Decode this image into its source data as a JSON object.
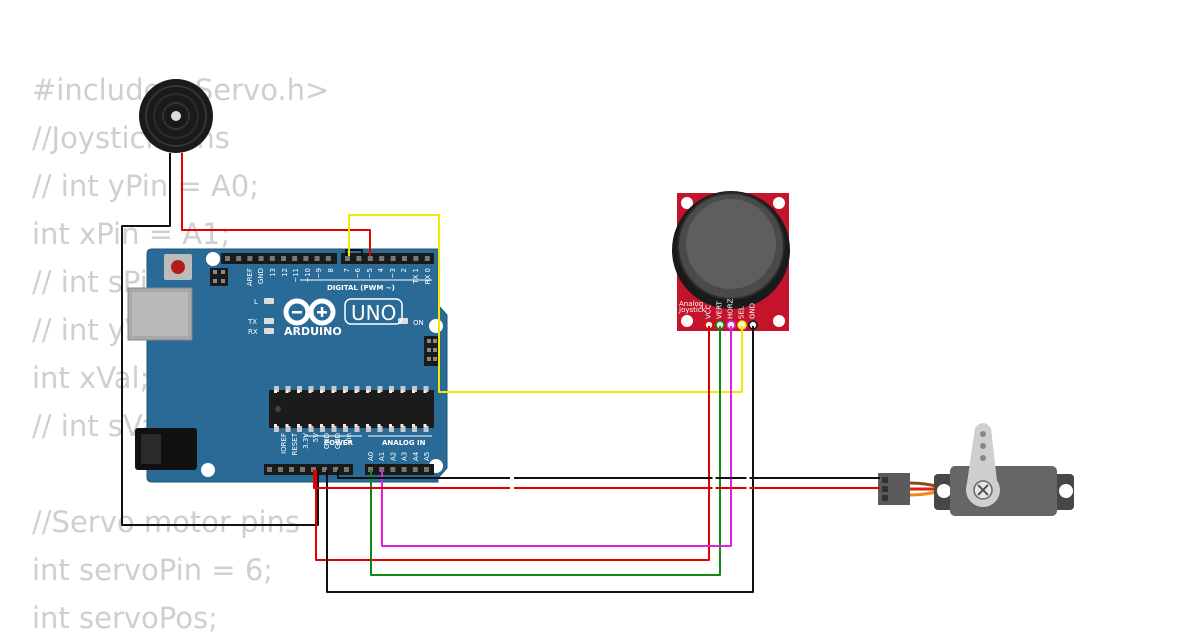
{
  "code_lines": [
    "#include <Servo.h>",
    "//Joystick Pins",
    "// int yPin = A0;",
    "int xPin = A1;",
    "// int sPin",
    "// int yVal;",
    "int xVal;",
    "// int sVal;",
    "",
    "//Servo motor pins",
    "int servoPin = 6;",
    "int servoPos;"
  ],
  "arduino": {
    "brand": "ARDUINO",
    "model": "UNO",
    "digital_header": "DIGITAL (PWM ~)",
    "power_header": "POWER",
    "analog_header": "ANALOG IN",
    "on_label": "ON",
    "l_label": "L",
    "tx_label": "TX",
    "rx_label": "RX",
    "digital_pins": [
      "AREF",
      "GND",
      "13",
      "12",
      "~11",
      "~10",
      "~9",
      "8",
      "7",
      "~6",
      "~5",
      "4",
      "~3",
      "2",
      "TX 1",
      "RX 0"
    ],
    "power_pins": [
      "IOREF",
      "RESET",
      "3.3V",
      "5V",
      "GND",
      "GND",
      "Vin"
    ],
    "analog_pins": [
      "A0",
      "A1",
      "A2",
      "A3",
      "A4",
      "A5"
    ]
  },
  "joystick": {
    "label_line1": "Analog",
    "label_line2": "Joystick",
    "pins": [
      "VCC",
      "VERT",
      "HORZ",
      "SEL",
      "GND"
    ]
  },
  "colors": {
    "board": "#2a6a97",
    "joystick_board": "#c3142c",
    "wire_red": "#e00000",
    "wire_black": "#111111",
    "wire_yellow": "#f5e800",
    "wire_green": "#118811",
    "wire_magenta": "#e020e0",
    "code_text": "#cfcfcf"
  }
}
